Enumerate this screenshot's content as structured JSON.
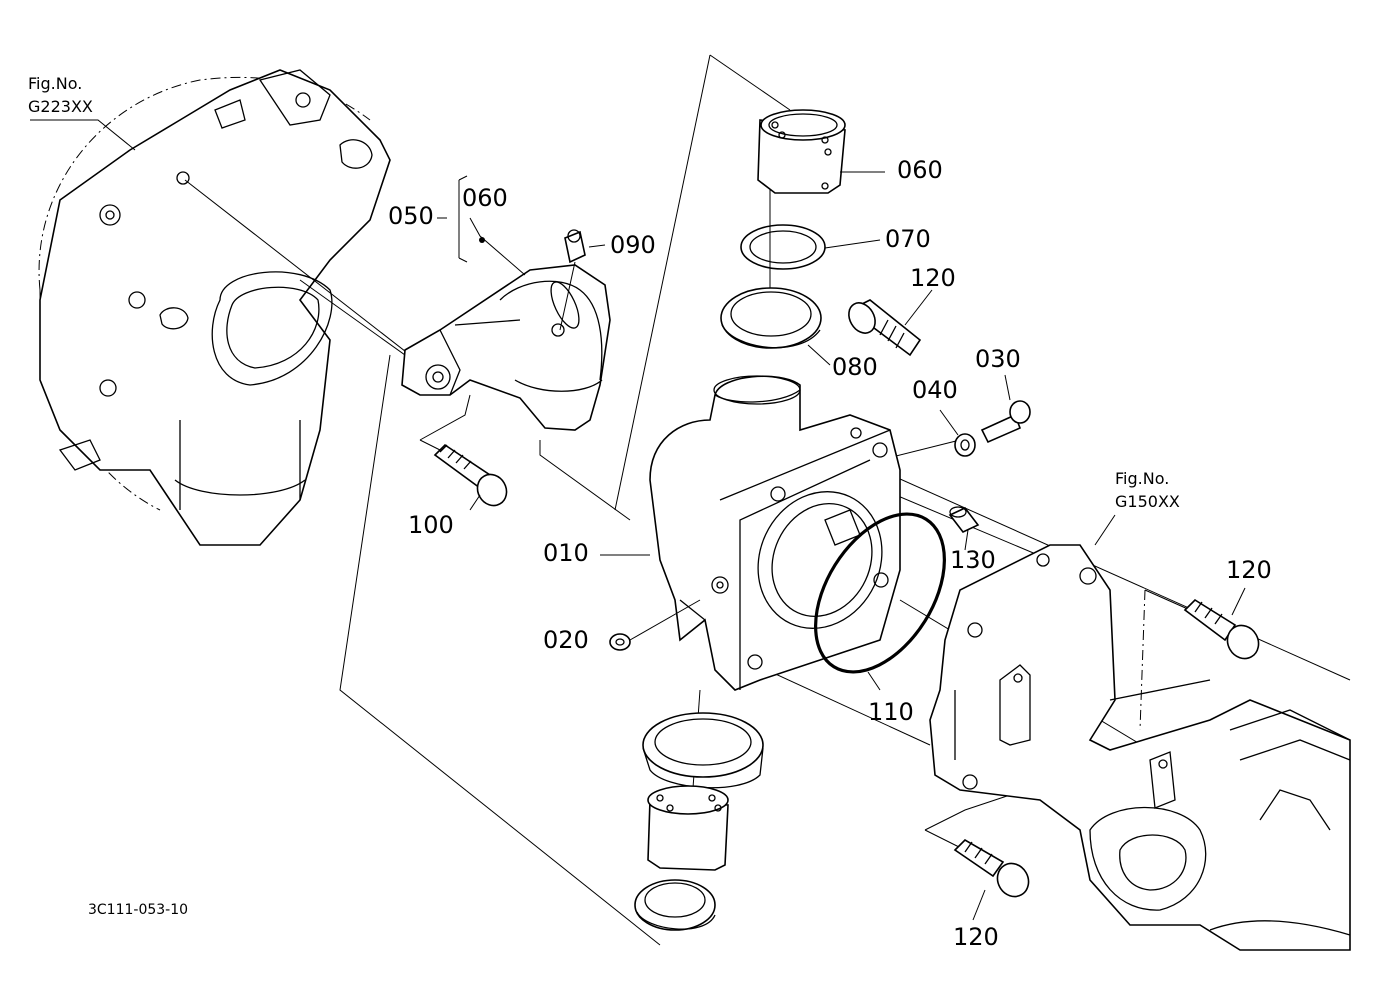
{
  "refs": {
    "left_fig_label": "Fig.No.",
    "left_fig_number": "G223XX",
    "right_fig_label": "Fig.No.",
    "right_fig_number": "G150XX"
  },
  "callouts": {
    "p010": "010",
    "p020": "020",
    "p030": "030",
    "p040": "040",
    "p050": "050",
    "p050_060": "060",
    "p060": "060",
    "p070": "070",
    "p080": "080",
    "p090": "090",
    "p100": "100",
    "p110": "110",
    "p120_a": "120",
    "p120_b": "120",
    "p120_c": "120",
    "p130": "130"
  },
  "drawing_code": "3C111-053-10"
}
